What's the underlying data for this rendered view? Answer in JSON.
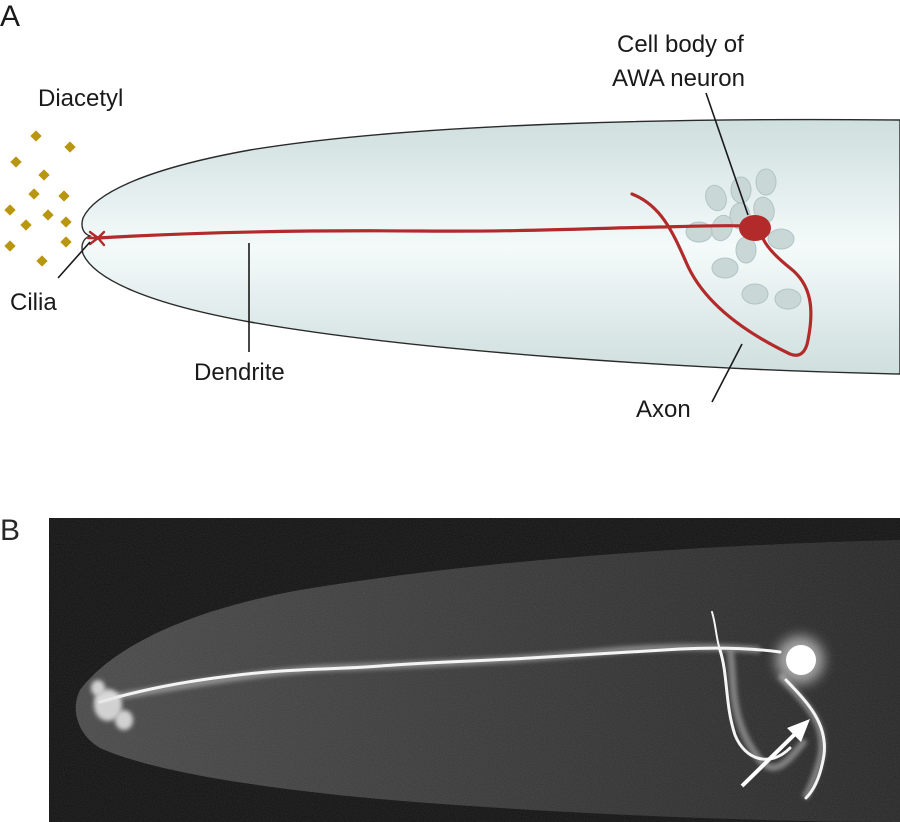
{
  "panel_a": {
    "letter": "A",
    "labels": {
      "diacetyl": "Diacetyl",
      "cell_body_line1": "Cell body of",
      "cell_body_line2": "AWA neuron",
      "cilia": "Cilia",
      "dendrite": "Dendrite",
      "axon": "Axon"
    },
    "colors": {
      "neuron": "#b22a2a",
      "odorant": "#b8960f",
      "worm_body": "#e2eeee",
      "nuclei": "#c9d7d7"
    }
  },
  "panel_b": {
    "letter": "B",
    "image_description_icon": "fluorescence-micrograph",
    "colors": {
      "background": "#101010",
      "signal": "#f4f4f4",
      "arrow": "#ffffff"
    }
  }
}
